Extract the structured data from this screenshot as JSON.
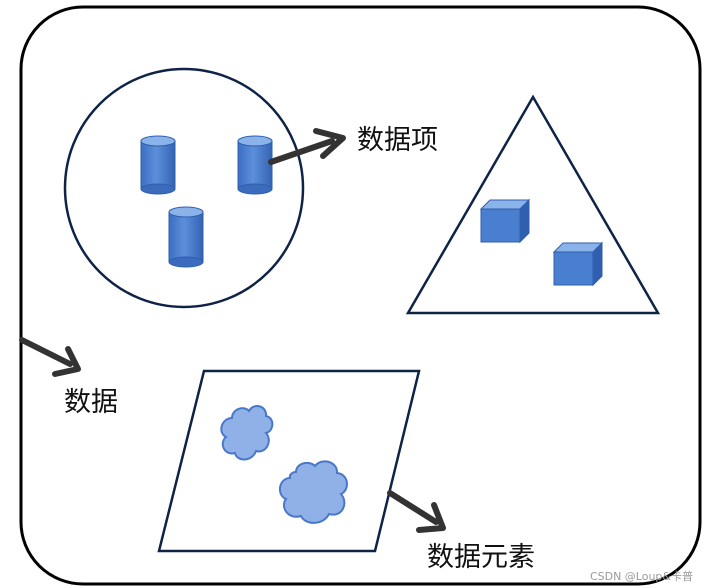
{
  "labels": {
    "data": "数据",
    "data_item": "数据项",
    "data_element": "数据元素"
  },
  "watermark": "CSDN @Loup&卡普",
  "colors": {
    "outline": "#0f2347",
    "shape_fill": "#4a7fd0",
    "shape_top": "#8ab3ea",
    "shape_side": "#2f5fae",
    "cloud_fill": "#8fb1e8",
    "cloud_stroke": "#4a78c8",
    "arrow": "#333333"
  },
  "icons": {
    "cylinder": "database-cylinder",
    "cube": "cube",
    "cloud": "cloud"
  }
}
